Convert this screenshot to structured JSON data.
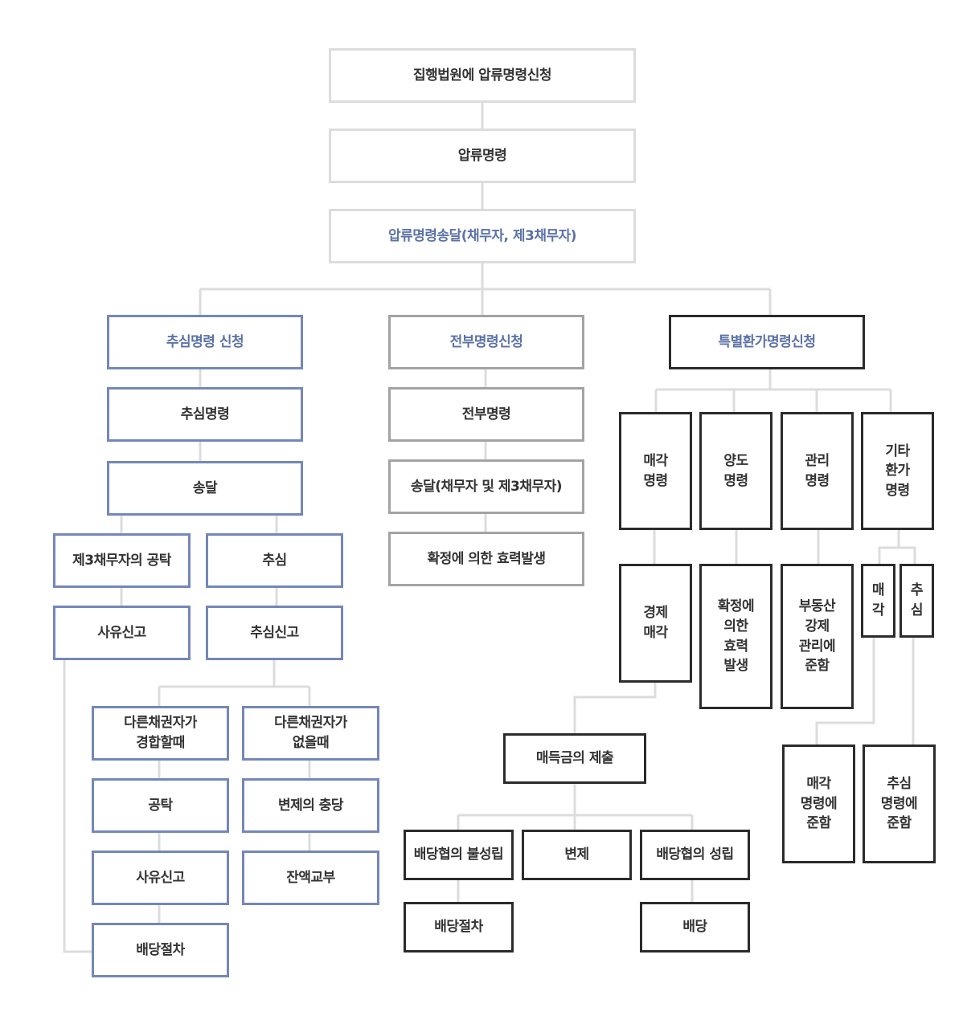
{
  "nodes": {
    "n1": "집행법원에 압류명령신청",
    "n2": "압류명령",
    "n3": "압류명령송달(채무자, 제3채무자)",
    "c1": "추심명령 신청",
    "c2": "추심명령",
    "c3": "송달",
    "c4": "제3채무자의 공탁",
    "c5": "추심",
    "c6": "사유신고",
    "c7": "추심신고",
    "c8": "다른채권자가\n경합할때",
    "c9": "다른채권자가\n없을때",
    "c10": "공탁",
    "c11": "변제의 충당",
    "c12": "사유신고",
    "c13": "잔액교부",
    "c14": "배당절차",
    "t1": "전부명령신청",
    "t2": "전부명령",
    "t3": "송달(채무자 및 제3채무자)",
    "t4": "확정에 의한 효력발생",
    "s1": "특별환가명령신청",
    "s2": "매각\n명령",
    "s3": "양도\n명령",
    "s4": "관리\n명령",
    "s5": "기타\n환가\n명령",
    "s6": "경제\n매각",
    "s7": "확정에\n의한\n효력\n발생",
    "s8": "부동산\n강제\n관리에\n준함",
    "s9": "매\n각",
    "s10": "추\n심",
    "s11": "매득금의 제출",
    "s12": "배당협의 불성립",
    "s13": "변제",
    "s14": "배당협의 성립",
    "s15": "배당절차",
    "s16": "배당",
    "s17": "매각\n명령에\n준함",
    "s18": "추심\n명령에\n준함"
  },
  "colors": {
    "light_border": "#dcdcdc",
    "blue_border": "#7487bb",
    "gray_border": "#a3a3a3",
    "dark_border": "#2b2b2b",
    "title_text": "#5b72a8",
    "body_text": "#333333",
    "connector": "#dcdcdc"
  }
}
